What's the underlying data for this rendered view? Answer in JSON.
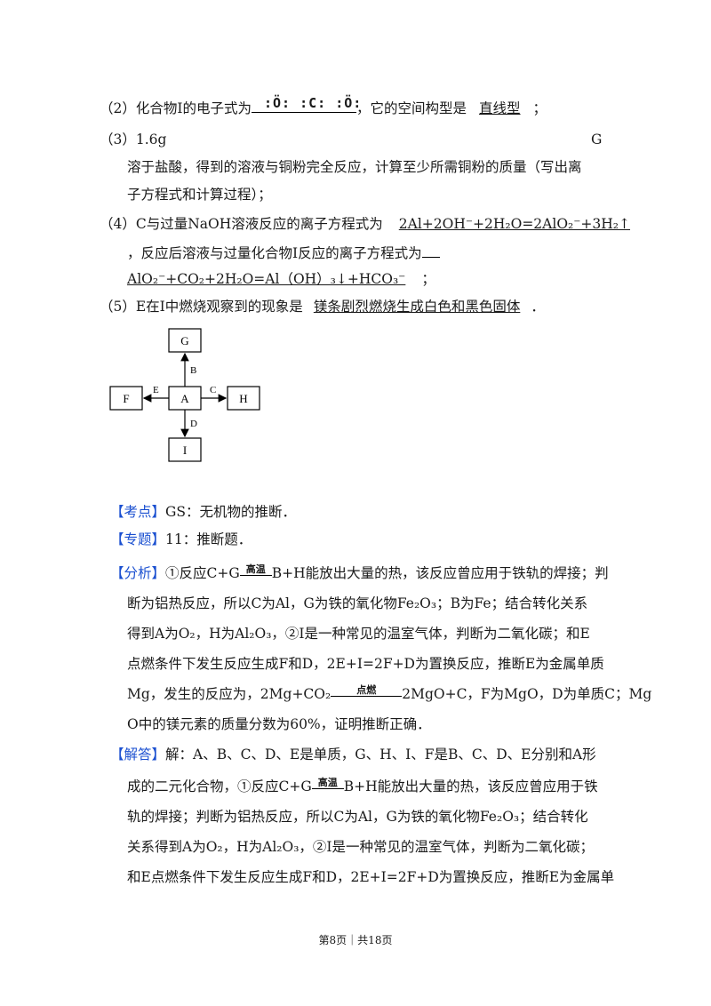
{
  "q2": {
    "label": "（2）化合物I的电子式为",
    "electron_formula": ":Ö: :C: :Ö:",
    "mid": "，它的空间构型是",
    "shape": "直线型",
    "end": "；"
  },
  "q3": {
    "line1_left": "（3）1.6g",
    "line1_right": "G",
    "line2": "溶于盐酸，得到的溶液与铜粉完全反应，计算至少所需铜粉的质量（写出离",
    "line3": "子方程式和计算过程）；"
  },
  "q4": {
    "label": "（4）C与过量NaOH溶液反应的离子方程式为",
    "eq1": "2Al+2OH⁻+2H₂O=2AlO₂⁻+3H₂↑",
    "line2": "，反应后溶液与过量化合物I反应的离子方程式为",
    "eq2": "AlO₂⁻+CO₂+2H₂O=Al（OH）₃↓+HCO₃⁻",
    "end": "；"
  },
  "q5": {
    "label": "（5）E在I中燃烧观察到的现象是",
    "answer": "镁条剧烈燃烧生成白色和黑色固体",
    "end": "．"
  },
  "diagram": {
    "nodes": {
      "A": "A",
      "G": "G",
      "F": "F",
      "H": "H",
      "I": "I"
    },
    "edges": {
      "B": "B",
      "E": "E",
      "C": "C",
      "D": "D"
    }
  },
  "kaodian": {
    "tag": "【考点】",
    "text": "GS：无机物的推断．"
  },
  "zhuanti": {
    "tag": "【专题】",
    "text": "11：推断题．"
  },
  "fenxi": {
    "tag": "【分析】",
    "l1a": "①反应C+G",
    "cond_gaowen": "高温",
    "l1b": "B+H能放出大量的热，该反应曾应用于铁轨的焊接；判",
    "l2": "断为铝热反应，所以C为Al，G为铁的氧化物Fe₂O₃；B为Fe；结合转化关系",
    "l3": "得到A为O₂，H为Al₂O₃，②I是一种常见的温室气体，判断为二氧化碳；和E",
    "l4": "点燃条件下发生反应生成F和D，2E+I=2F+D为置换反应，推断E为金属单质",
    "l5a": "Mg，发生的反应为，2Mg+CO₂",
    "cond_dianran": "点燃",
    "l5b": "2MgO+C，F为MgO，D为单质C；Mg",
    "l6": "O中的镁元素的质量分数为60%，证明推断正确．"
  },
  "jieda": {
    "tag": "【解答】",
    "l1": "解：A、B、C、D、E是单质，G、H、I、F是B、C、D、E分别和A形",
    "l2a": "成的二元化合物，①反应C+G",
    "cond_gaowen": "高温",
    "l2b": "B+H能放出大量的热，该反应曾应用于铁",
    "l3": "轨的焊接；判断为铝热反应，所以C为Al，G为铁的氧化物Fe₂O₃；结合转化",
    "l4": "关系得到A为O₂，H为Al₂O₃，②I是一种常见的温室气体，判断为二氧化碳；",
    "l5": "和E点燃条件下发生反应生成F和D，2E+I=2F+D为置换反应，推断E为金属单"
  },
  "footer": "第8页｜共18页"
}
